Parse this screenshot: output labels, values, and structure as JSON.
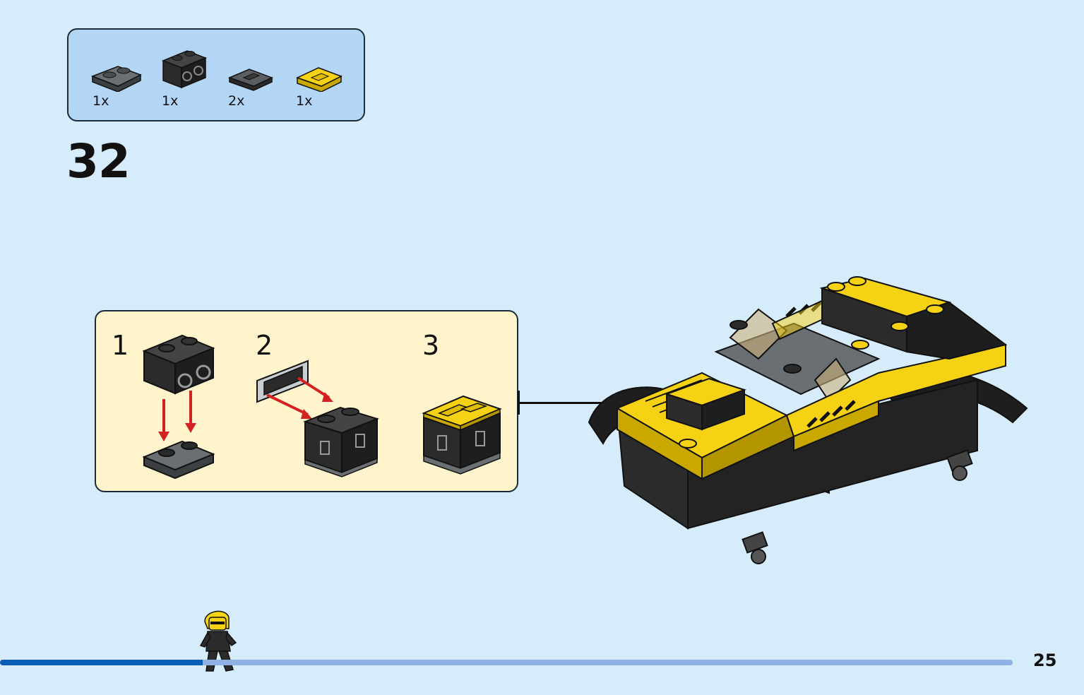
{
  "step": {
    "number": "32"
  },
  "parts_list": [
    {
      "name": "plate-1x2-dark-gray",
      "qty": "1x"
    },
    {
      "name": "brick-1x2-studs-side-black",
      "qty": "1x"
    },
    {
      "name": "tile-1x2-grille-dark-gray",
      "qty": "2x"
    },
    {
      "name": "tile-1x2-grille-yellow",
      "qty": "1x"
    }
  ],
  "sub_steps": [
    {
      "label": "1"
    },
    {
      "label": "2"
    },
    {
      "label": "3"
    }
  ],
  "page": {
    "number": "25"
  },
  "progress": {
    "fraction": 0.2
  },
  "colors": {
    "background": "#d6ecfb",
    "parts_box": "#b3d6f5",
    "sub_box": "#fff4cc",
    "lego_yellow": "#f6d214",
    "lego_black": "#2b2b2b",
    "lego_dark_gray": "#555a5e",
    "arrow_red": "#d32020",
    "progress_done": "#0a5db5",
    "progress_remaining": "#8fb1e3"
  }
}
